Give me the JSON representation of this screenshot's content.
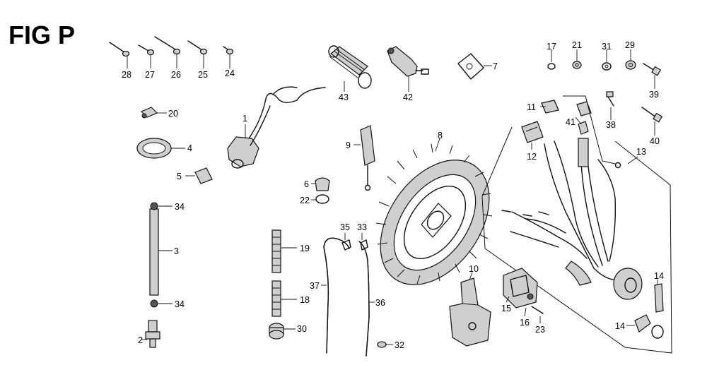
{
  "figure": {
    "title": "FIG P"
  },
  "callouts": [
    {
      "id": "28",
      "text": "28"
    },
    {
      "id": "27",
      "text": "27"
    },
    {
      "id": "26",
      "text": "26"
    },
    {
      "id": "25",
      "text": "25"
    },
    {
      "id": "24",
      "text": "24"
    },
    {
      "id": "43",
      "text": "43"
    },
    {
      "id": "42",
      "text": "42"
    },
    {
      "id": "7",
      "text": "7"
    },
    {
      "id": "17",
      "text": "17"
    },
    {
      "id": "21",
      "text": "21"
    },
    {
      "id": "31",
      "text": "31"
    },
    {
      "id": "29",
      "text": "29"
    },
    {
      "id": "39",
      "text": "39"
    },
    {
      "id": "20",
      "text": "20"
    },
    {
      "id": "1",
      "text": "1"
    },
    {
      "id": "11",
      "text": "11"
    },
    {
      "id": "41",
      "text": "41"
    },
    {
      "id": "38",
      "text": "38"
    },
    {
      "id": "40",
      "text": "40"
    },
    {
      "id": "4",
      "text": "4"
    },
    {
      "id": "9",
      "text": "9"
    },
    {
      "id": "8",
      "text": "8"
    },
    {
      "id": "12",
      "text": "12"
    },
    {
      "id": "13",
      "text": "13"
    },
    {
      "id": "5",
      "text": "5"
    },
    {
      "id": "6",
      "text": "6"
    },
    {
      "id": "22",
      "text": "22"
    },
    {
      "id": "34a",
      "text": "34"
    },
    {
      "id": "35",
      "text": "35"
    },
    {
      "id": "33",
      "text": "33"
    },
    {
      "id": "3",
      "text": "3"
    },
    {
      "id": "19",
      "text": "19"
    },
    {
      "id": "10",
      "text": "10"
    },
    {
      "id": "14a",
      "text": "14"
    },
    {
      "id": "37",
      "text": "37"
    },
    {
      "id": "18",
      "text": "18"
    },
    {
      "id": "36",
      "text": "36"
    },
    {
      "id": "15",
      "text": "15"
    },
    {
      "id": "34b",
      "text": "34"
    },
    {
      "id": "16",
      "text": "16"
    },
    {
      "id": "23",
      "text": "23"
    },
    {
      "id": "14b",
      "text": "14"
    },
    {
      "id": "30",
      "text": "30"
    },
    {
      "id": "2",
      "text": "2"
    },
    {
      "id": "32",
      "text": "32"
    }
  ]
}
